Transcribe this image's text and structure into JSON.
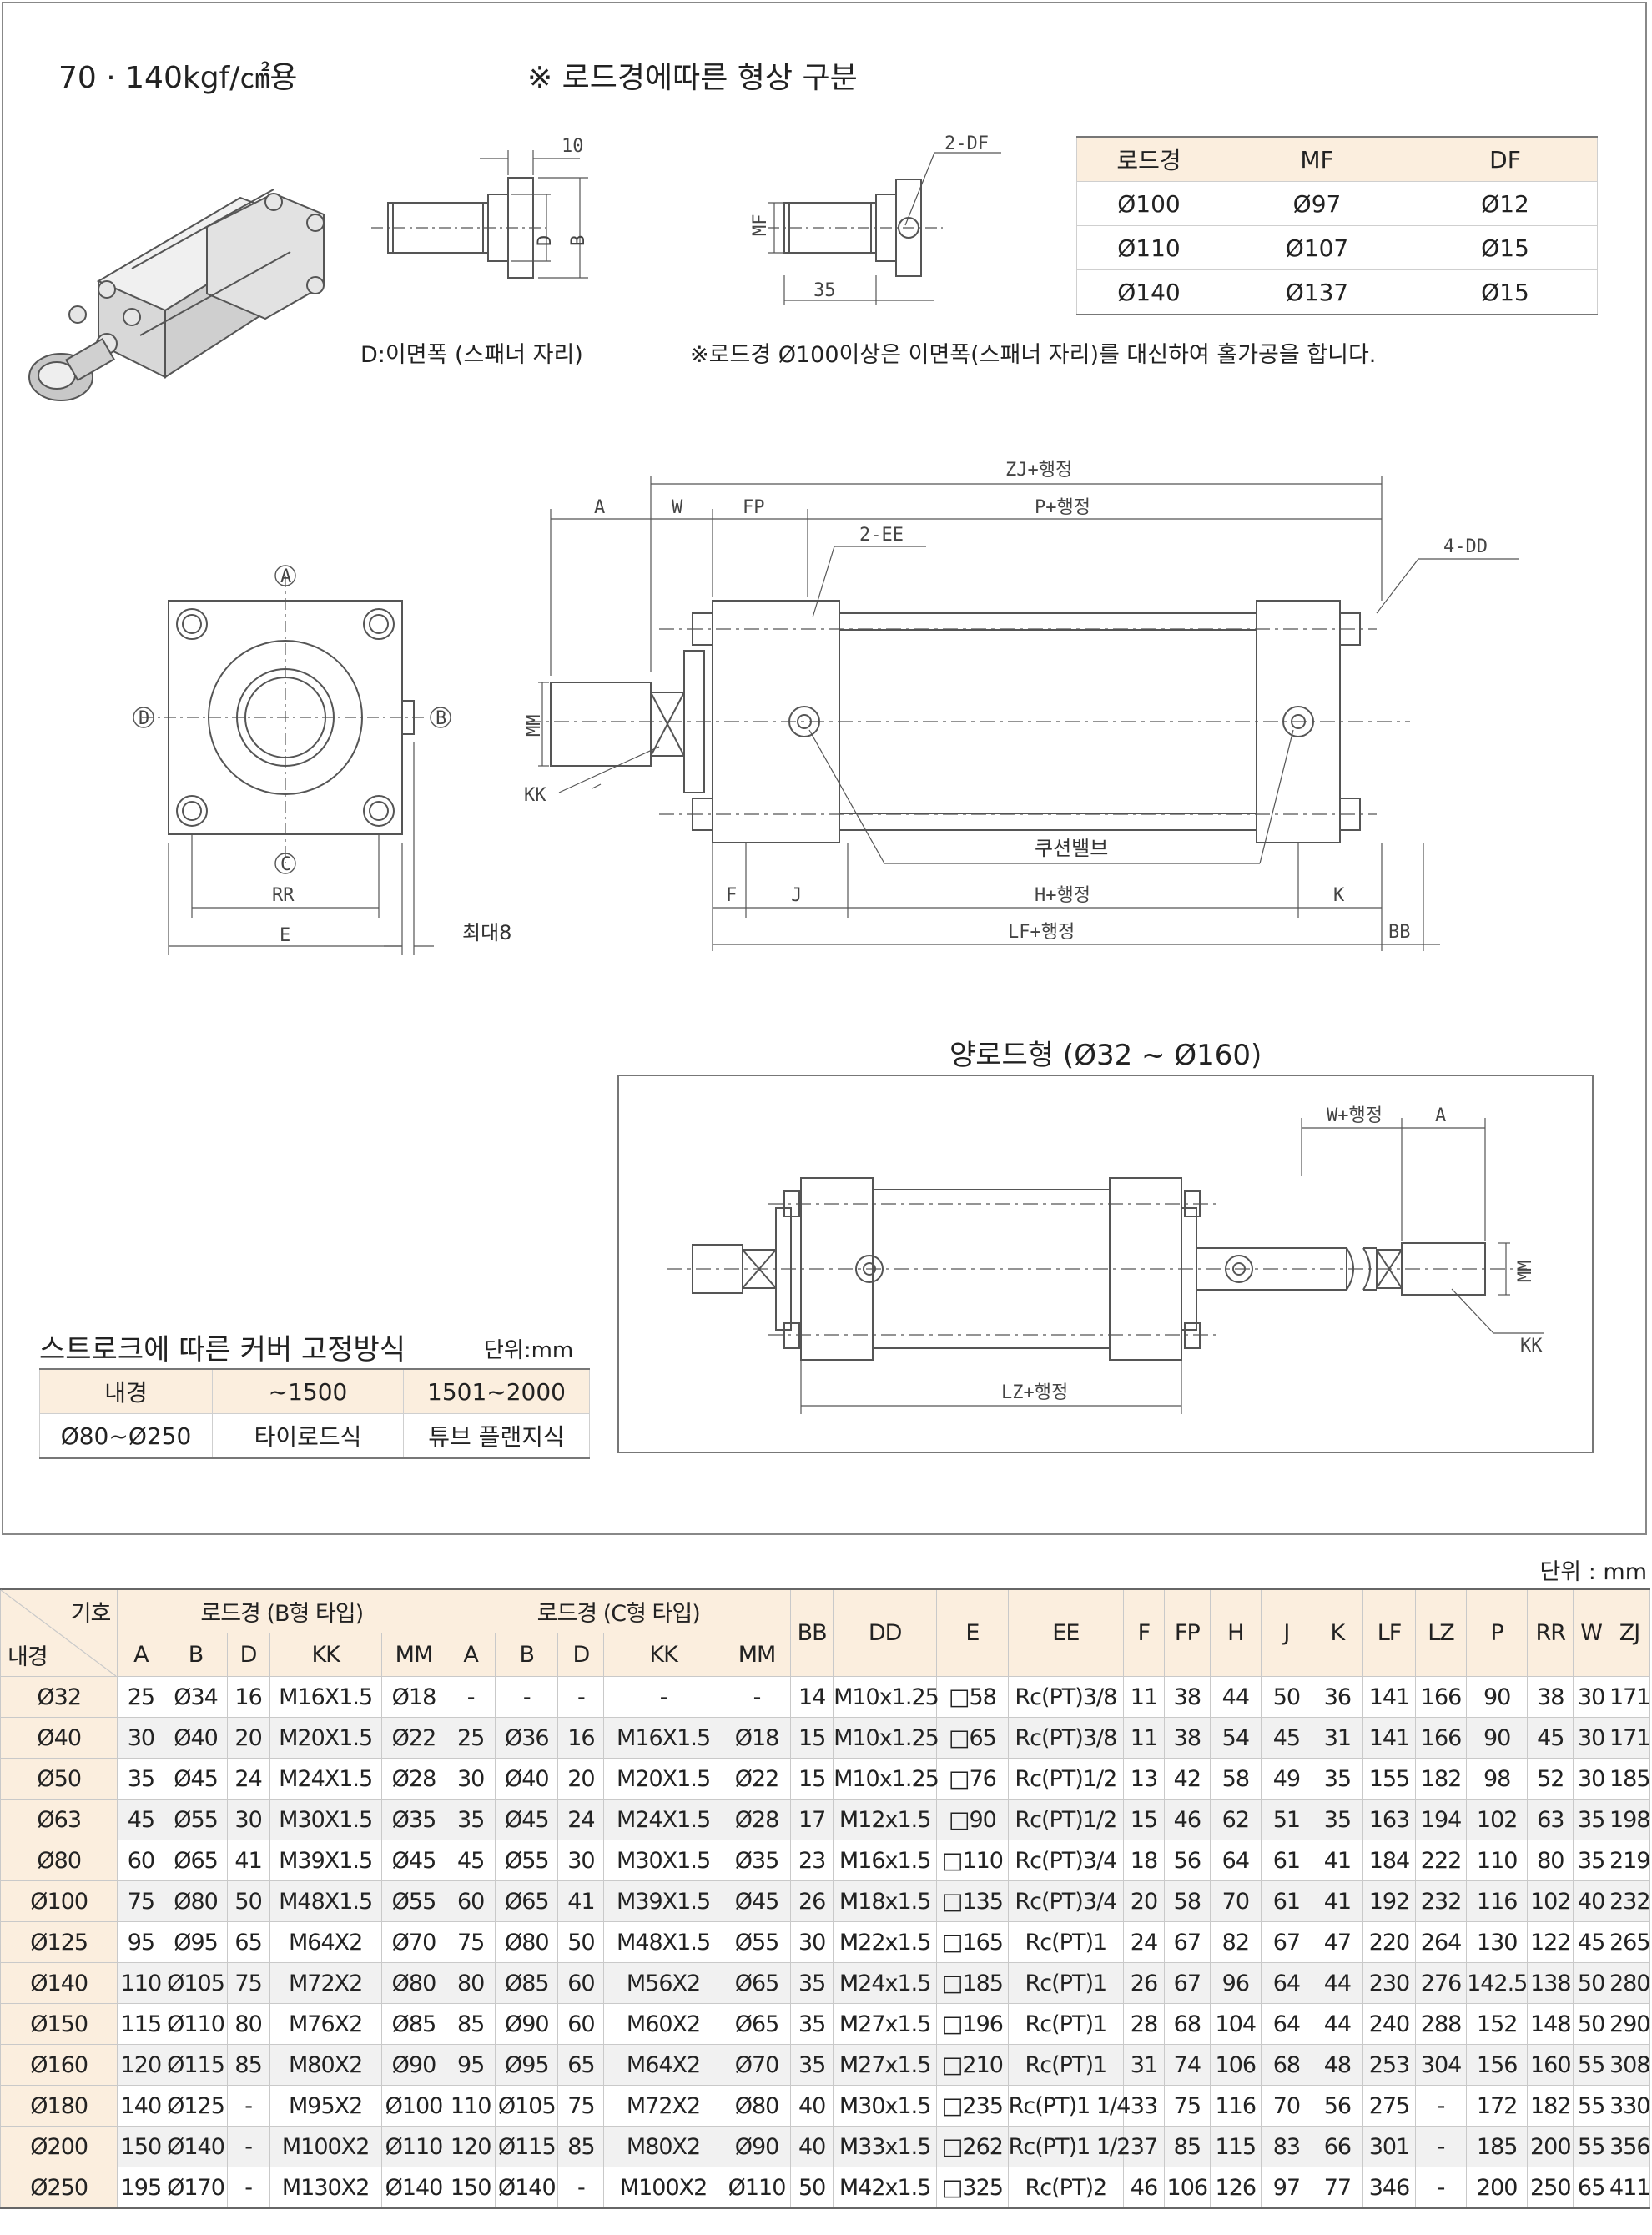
{
  "header": {
    "spec": "70 · 140kgf/㎠용",
    "shape_title": "※ 로드경에따른 형상 구분"
  },
  "rod_shapes": {
    "d_note": "D:이면폭 (스패너 자리)",
    "note": "※로드경 Ø100이상은 이면폭(스패너 자리)를 대신하여 홀가공을 합니다.",
    "dim_10": "10",
    "dim_D": "D",
    "dim_B": "B",
    "dim_2DF": "2-DF",
    "dim_MF": "MF",
    "dim_35": "35"
  },
  "mfdf_table": {
    "headers": [
      "로드경",
      "MF",
      "DF"
    ],
    "rows": [
      [
        "Ø100",
        "Ø97",
        "Ø12"
      ],
      [
        "Ø110",
        "Ø107",
        "Ø15"
      ],
      [
        "Ø140",
        "Ø137",
        "Ø15"
      ]
    ]
  },
  "front_view": {
    "A": "A",
    "B": "B",
    "C": "C",
    "D": "D",
    "RR": "RR",
    "E": "E",
    "max8": "최대8"
  },
  "side_view": {
    "ZJ": "ZJ+행정",
    "A": "A",
    "W": "W",
    "FP": "FP",
    "P": "P+행정",
    "EE": "2-EE",
    "DD": "4-DD",
    "MM": "MM",
    "KK": "KK",
    "cushion": "쿠션밸브",
    "F": "F",
    "J": "J",
    "H": "H+행정",
    "K": "K",
    "LF": "LF+행정",
    "BB": "BB"
  },
  "double_rod": {
    "title": "양로드형 (Ø32 ~ Ø160)",
    "W": "W+행정",
    "A": "A",
    "MM": "MM",
    "KK": "KK",
    "LZ": "LZ+행정"
  },
  "cover": {
    "title": "스트로크에 따른 커버 고정방식",
    "unit": "단위:mm",
    "headers": [
      "내경",
      "~1500",
      "1501~2000"
    ],
    "rows": [
      [
        "Ø80~Ø250",
        "타이로드식",
        "튜브 플랜지식"
      ]
    ]
  },
  "spec": {
    "unit": "단위 : mm",
    "corner_top": "기호",
    "corner_bottom": "내경",
    "group_b": "로드경 (B형 타입)",
    "group_c": "로드경 (C형 타입)",
    "sub_headers": [
      "A",
      "B",
      "D",
      "KK",
      "MM",
      "A",
      "B",
      "D",
      "KK",
      "MM"
    ],
    "single_headers": [
      "BB",
      "DD",
      "E",
      "EE",
      "F",
      "FP",
      "H",
      "J",
      "K",
      "LF",
      "LZ",
      "P",
      "RR",
      "W",
      "ZJ"
    ],
    "rows": [
      [
        "Ø32",
        "25",
        "Ø34",
        "16",
        "M16X1.5",
        "Ø18",
        "-",
        "-",
        "-",
        "-",
        "-",
        "14",
        "M10x1.25",
        "□58",
        "Rc(PT)3/8",
        "11",
        "38",
        "44",
        "50",
        "36",
        "141",
        "166",
        "90",
        "38",
        "30",
        "171"
      ],
      [
        "Ø40",
        "30",
        "Ø40",
        "20",
        "M20X1.5",
        "Ø22",
        "25",
        "Ø36",
        "16",
        "M16X1.5",
        "Ø18",
        "15",
        "M10x1.25",
        "□65",
        "Rc(PT)3/8",
        "11",
        "38",
        "54",
        "45",
        "31",
        "141",
        "166",
        "90",
        "45",
        "30",
        "171"
      ],
      [
        "Ø50",
        "35",
        "Ø45",
        "24",
        "M24X1.5",
        "Ø28",
        "30",
        "Ø40",
        "20",
        "M20X1.5",
        "Ø22",
        "15",
        "M10x1.25",
        "□76",
        "Rc(PT)1/2",
        "13",
        "42",
        "58",
        "49",
        "35",
        "155",
        "182",
        "98",
        "52",
        "30",
        "185"
      ],
      [
        "Ø63",
        "45",
        "Ø55",
        "30",
        "M30X1.5",
        "Ø35",
        "35",
        "Ø45",
        "24",
        "M24X1.5",
        "Ø28",
        "17",
        "M12x1.5",
        "□90",
        "Rc(PT)1/2",
        "15",
        "46",
        "62",
        "51",
        "35",
        "163",
        "194",
        "102",
        "63",
        "35",
        "198"
      ],
      [
        "Ø80",
        "60",
        "Ø65",
        "41",
        "M39X1.5",
        "Ø45",
        "45",
        "Ø55",
        "30",
        "M30X1.5",
        "Ø35",
        "23",
        "M16x1.5",
        "□110",
        "Rc(PT)3/4",
        "18",
        "56",
        "64",
        "61",
        "41",
        "184",
        "222",
        "110",
        "80",
        "35",
        "219"
      ],
      [
        "Ø100",
        "75",
        "Ø80",
        "50",
        "M48X1.5",
        "Ø55",
        "60",
        "Ø65",
        "41",
        "M39X1.5",
        "Ø45",
        "26",
        "M18x1.5",
        "□135",
        "Rc(PT)3/4",
        "20",
        "58",
        "70",
        "61",
        "41",
        "192",
        "232",
        "116",
        "102",
        "40",
        "232"
      ],
      [
        "Ø125",
        "95",
        "Ø95",
        "65",
        "M64X2",
        "Ø70",
        "75",
        "Ø80",
        "50",
        "M48X1.5",
        "Ø55",
        "30",
        "M22x1.5",
        "□165",
        "Rc(PT)1",
        "24",
        "67",
        "82",
        "67",
        "47",
        "220",
        "264",
        "130",
        "122",
        "45",
        "265"
      ],
      [
        "Ø140",
        "110",
        "Ø105",
        "75",
        "M72X2",
        "Ø80",
        "80",
        "Ø85",
        "60",
        "M56X2",
        "Ø65",
        "35",
        "M24x1.5",
        "□185",
        "Rc(PT)1",
        "26",
        "67",
        "96",
        "64",
        "44",
        "230",
        "276",
        "142.5",
        "138",
        "50",
        "280"
      ],
      [
        "Ø150",
        "115",
        "Ø110",
        "80",
        "M76X2",
        "Ø85",
        "85",
        "Ø90",
        "60",
        "M60X2",
        "Ø65",
        "35",
        "M27x1.5",
        "□196",
        "Rc(PT)1",
        "28",
        "68",
        "104",
        "64",
        "44",
        "240",
        "288",
        "152",
        "148",
        "50",
        "290"
      ],
      [
        "Ø160",
        "120",
        "Ø115",
        "85",
        "M80X2",
        "Ø90",
        "95",
        "Ø95",
        "65",
        "M64X2",
        "Ø70",
        "35",
        "M27x1.5",
        "□210",
        "Rc(PT)1",
        "31",
        "74",
        "106",
        "68",
        "48",
        "253",
        "304",
        "156",
        "160",
        "55",
        "308"
      ],
      [
        "Ø180",
        "140",
        "Ø125",
        "-",
        "M95X2",
        "Ø100",
        "110",
        "Ø105",
        "75",
        "M72X2",
        "Ø80",
        "40",
        "M30x1.5",
        "□235",
        "Rc(PT)1 1/4",
        "33",
        "75",
        "116",
        "70",
        "56",
        "275",
        "-",
        "172",
        "182",
        "55",
        "330"
      ],
      [
        "Ø200",
        "150",
        "Ø140",
        "-",
        "M100X2",
        "Ø110",
        "120",
        "Ø115",
        "85",
        "M80X2",
        "Ø90",
        "40",
        "M33x1.5",
        "□262",
        "Rc(PT)1 1/2",
        "37",
        "85",
        "115",
        "83",
        "66",
        "301",
        "-",
        "185",
        "200",
        "55",
        "356"
      ],
      [
        "Ø250",
        "195",
        "Ø170",
        "-",
        "M130X2",
        "Ø140",
        "150",
        "Ø140",
        "-",
        "M100X2",
        "Ø110",
        "50",
        "M42x1.5",
        "□325",
        "Rc(PT)2",
        "46",
        "106",
        "126",
        "97",
        "77",
        "346",
        "-",
        "200",
        "250",
        "65",
        "411"
      ]
    ]
  }
}
